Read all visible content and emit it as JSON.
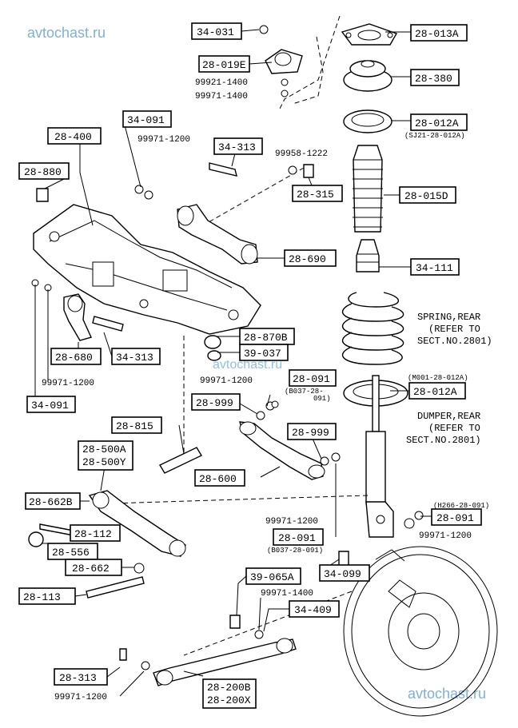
{
  "watermarks": {
    "top_left": "avtochast.ru",
    "center": "avtochast.ru",
    "bottom_right": "avtochast.ru"
  },
  "labels": {
    "l_34_031": "34-031",
    "l_28_013A": "28-013A",
    "l_28_019E": "28-019E",
    "l_28_380": "28-380",
    "l_28_012A_top": "28-012A",
    "l_34_091_top": "34-091",
    "l_28_400": "28-400",
    "l_34_313_top": "34-313",
    "l_28_880": "28-880",
    "l_28_315": "28-315",
    "l_28_015D": "28-015D",
    "l_28_690": "28-690",
    "l_34_111": "34-111",
    "l_28_870B": "28-870B",
    "l_39_037": "39-037",
    "l_28_680": "28-680",
    "l_34_313_mid": "34-313",
    "l_28_091_mid": "28-091",
    "l_28_012A_mid": "28-012A",
    "l_34_091_left": "34-091",
    "l_28_999_left": "28-999",
    "l_28_815": "28-815",
    "l_28_999_right": "28-999",
    "l_28_500A": "28-500A",
    "l_28_500Y": "28-500Y",
    "l_28_600": "28-600",
    "l_28_662B": "28-662B",
    "l_28_112": "28-112",
    "l_28_091_right": "28-091",
    "l_28_091_low": "28-091",
    "l_28_556": "28-556",
    "l_28_662": "28-662",
    "l_34_099": "34-099",
    "l_39_065A": "39-065A",
    "l_28_113": "28-113",
    "l_34_409": "34-409",
    "l_28_313": "28-313",
    "l_28_200B": "28-200B",
    "l_28_200X": "28-200X"
  },
  "part_numbers": {
    "p_99921_1400": "99921-1400",
    "p_99971_1400_top": "99971-1400",
    "p_99971_1200_top": "99971-1200",
    "p_99958_1222": "99958-1222",
    "p_99971_1200_left": "99971-1200",
    "p_99971_1200_mid": "99971-1200",
    "p_99971_1200_low": "99971-1200",
    "p_99971_1200_right": "99971-1200",
    "p_99971_1400_low": "99971-1400",
    "p_99971_1200_bottom": "99971-1200"
  },
  "sub_refs": {
    "sj21": "(SJ21-28-012A)",
    "m001": "(M001-28-012A)",
    "b037_a": "(B037-28-",
    "b037_b": "091)",
    "h266": "(H266-28-091)",
    "b037_low": "(B037-28-091)"
  },
  "notes": {
    "spring_1": "SPRING,REAR",
    "spring_2": "(REFER TO",
    "spring_3": "SECT.NO.2801)",
    "damper_1": "DUMPER,REAR",
    "damper_2": "(REFER TO",
    "damper_3": "SECT.NO.2801)"
  }
}
